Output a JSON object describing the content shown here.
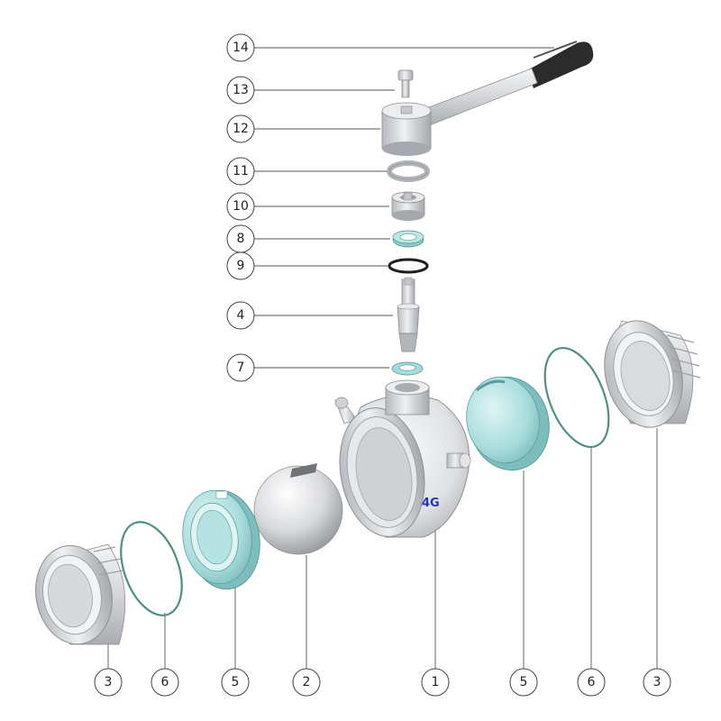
{
  "diagram": {
    "brand_logo": "4G",
    "callouts": {
      "c14": "14",
      "c13": "13",
      "c12": "12",
      "c11": "11",
      "c10": "10",
      "c8": "8",
      "c9": "9",
      "c4": "4",
      "c7": "7",
      "b3a": "3",
      "b6a": "6",
      "b5a": "5",
      "b2": "2",
      "b1": "1",
      "b5b": "5",
      "b6b": "6",
      "b3b": "3"
    },
    "colors": {
      "steel": "#d7d9dc",
      "steel_dark": "#9a9da1",
      "seal_teal": "#a8dcdc",
      "seal_teal_dark": "#5fa7a7",
      "oring_green": "#4f8f84",
      "handle_grip": "#2b2b2b"
    }
  }
}
